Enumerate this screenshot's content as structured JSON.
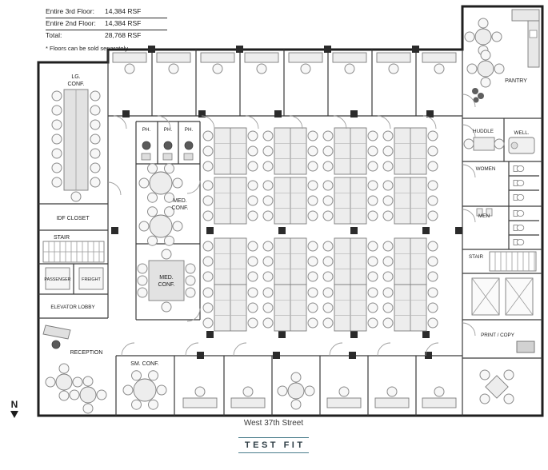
{
  "legend": {
    "rows": [
      {
        "label": "Entire 3rd Floor:",
        "value": "14,384 RSF"
      },
      {
        "label": "Entire 2nd Floor:",
        "value": "14,384 RSF"
      },
      {
        "label": "Total:",
        "value": "28,768 RSF"
      }
    ],
    "footnote": "* Floors can be sold separately"
  },
  "rooms": {
    "lg_conf_1": "LG.",
    "lg_conf_2": "CONF.",
    "ph": "PH.",
    "med_conf_1": "MED.",
    "med_conf_2": "CONF.",
    "idf_closet": "IDF CLOSET",
    "stair": "STAIR",
    "passenger": "PASSENGER",
    "freight": "FREIGHT",
    "elevator_lobby": "ELEVATOR LOBBY",
    "reception": "RECEPTION",
    "sm_conf": "SM. CONF.",
    "pantry": "PANTRY",
    "huddle": "HUDDLE",
    "well": "WELL.",
    "women": "WOMEN",
    "men": "MEN",
    "print_copy": "PRINT / COPY"
  },
  "street_label": "West 37th Street",
  "plan_title": "TEST FIT",
  "north_label": "N"
}
